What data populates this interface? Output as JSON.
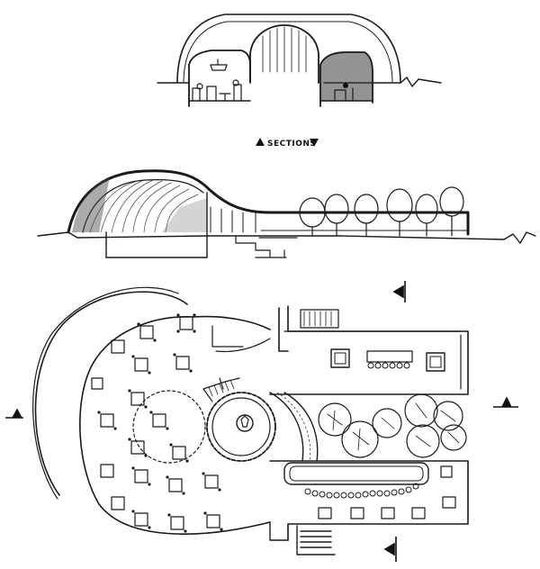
{
  "drawing": {
    "sections_label": "SECTIONS",
    "ink_color": "#1a1a1a",
    "paper_color": "#ffffff",
    "shade_color": "#555555"
  },
  "chart_data": {
    "type": "table",
    "title": "",
    "views": [
      "section-a",
      "section-b",
      "floor-plan"
    ]
  }
}
